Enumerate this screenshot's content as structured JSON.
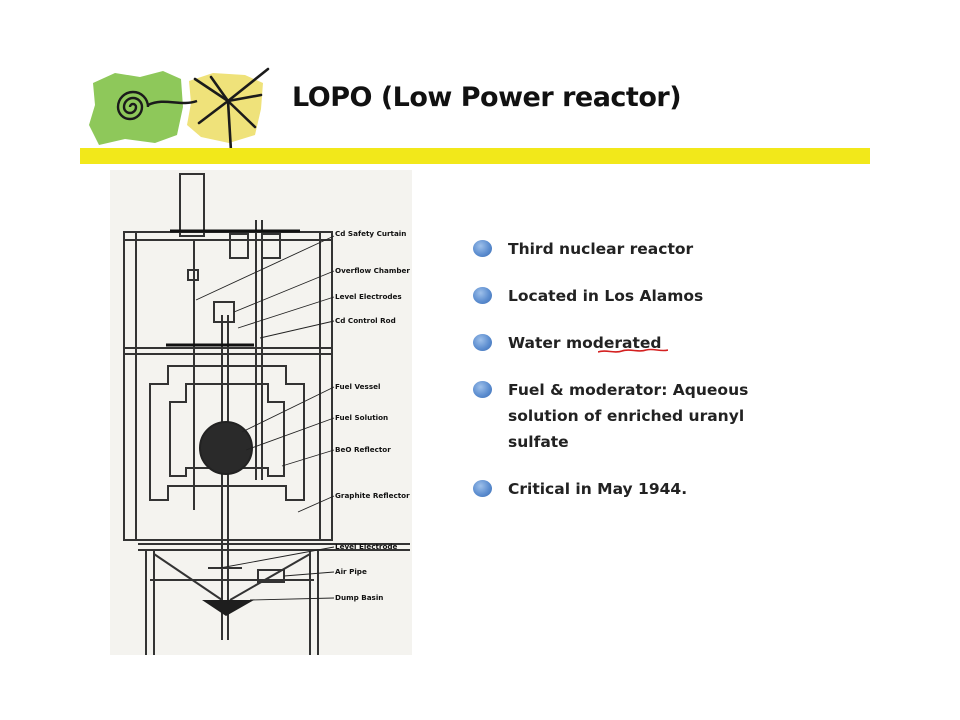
{
  "slide": {
    "title": "LOPO (Low Power reactor)",
    "colors": {
      "accent_bar": "#f2e81a",
      "bullet": "#5d8ed0",
      "logo_green": "#8ec85a",
      "logo_yellow": "#efe27a"
    }
  },
  "logo": {
    "icons": [
      "spiral-icon",
      "star-burst-icon"
    ]
  },
  "diagram": {
    "labels": [
      "Cd Safety Curtain",
      "Overflow Chamber",
      "Level Electrodes",
      "Cd Control Rod",
      "Fuel Vessel",
      "Fuel Solution",
      "BeO Reflector",
      "Graphite Reflector",
      "Level Electrode",
      "Air Pipe",
      "Dump Basin"
    ]
  },
  "bullets": [
    "Third nuclear reactor",
    "Located in Los Alamos",
    "Water moderated",
    "Fuel & moderator: Aqueous solution of enriched uranyl sulfate",
    "Critical in May 1944."
  ]
}
